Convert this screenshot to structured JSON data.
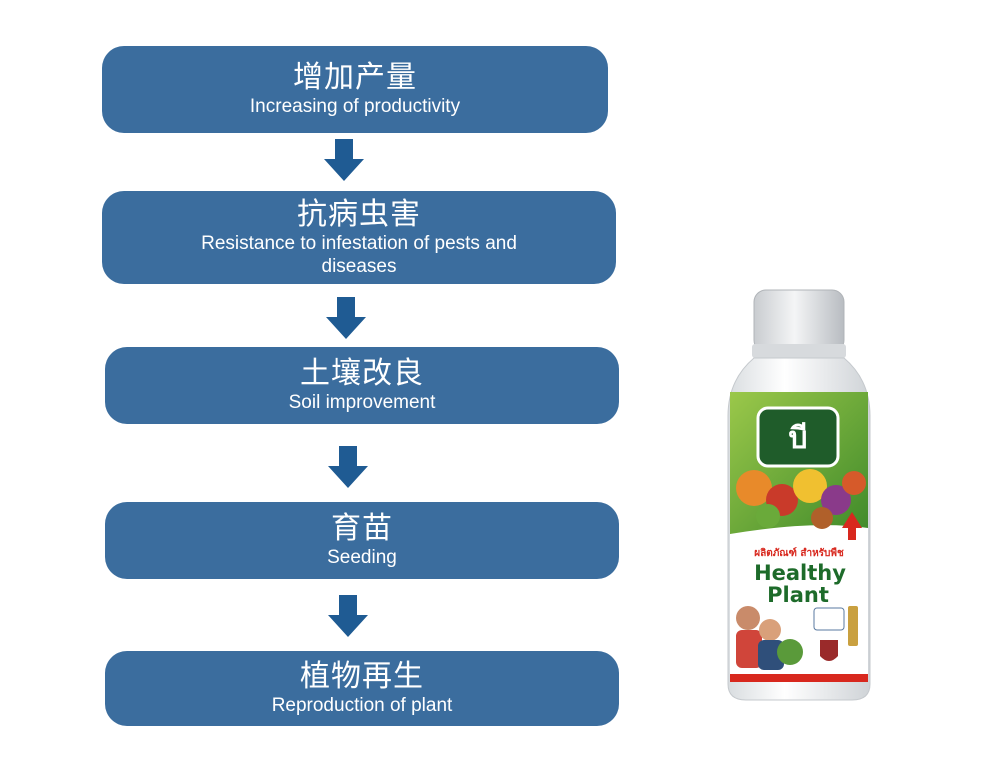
{
  "steps": [
    {
      "zh": "增加产量",
      "en": "Increasing of productivity"
    },
    {
      "zh": "抗病虫害",
      "en": "Resistance to infestation of pests and diseases"
    },
    {
      "zh": "土壤改良",
      "en": "Soil improvement"
    },
    {
      "zh": "育苗",
      "en": "Seeding"
    },
    {
      "zh": "植物再生",
      "en": "Reproduction of plant"
    }
  ],
  "product": {
    "thai_line": "ผลิตภัณฑ์ สำหรับพืช",
    "name_line1": "Healthy",
    "name_line2": "Plant"
  },
  "colors": {
    "box": "#3b6d9e",
    "arrow": "#1f5b93"
  }
}
